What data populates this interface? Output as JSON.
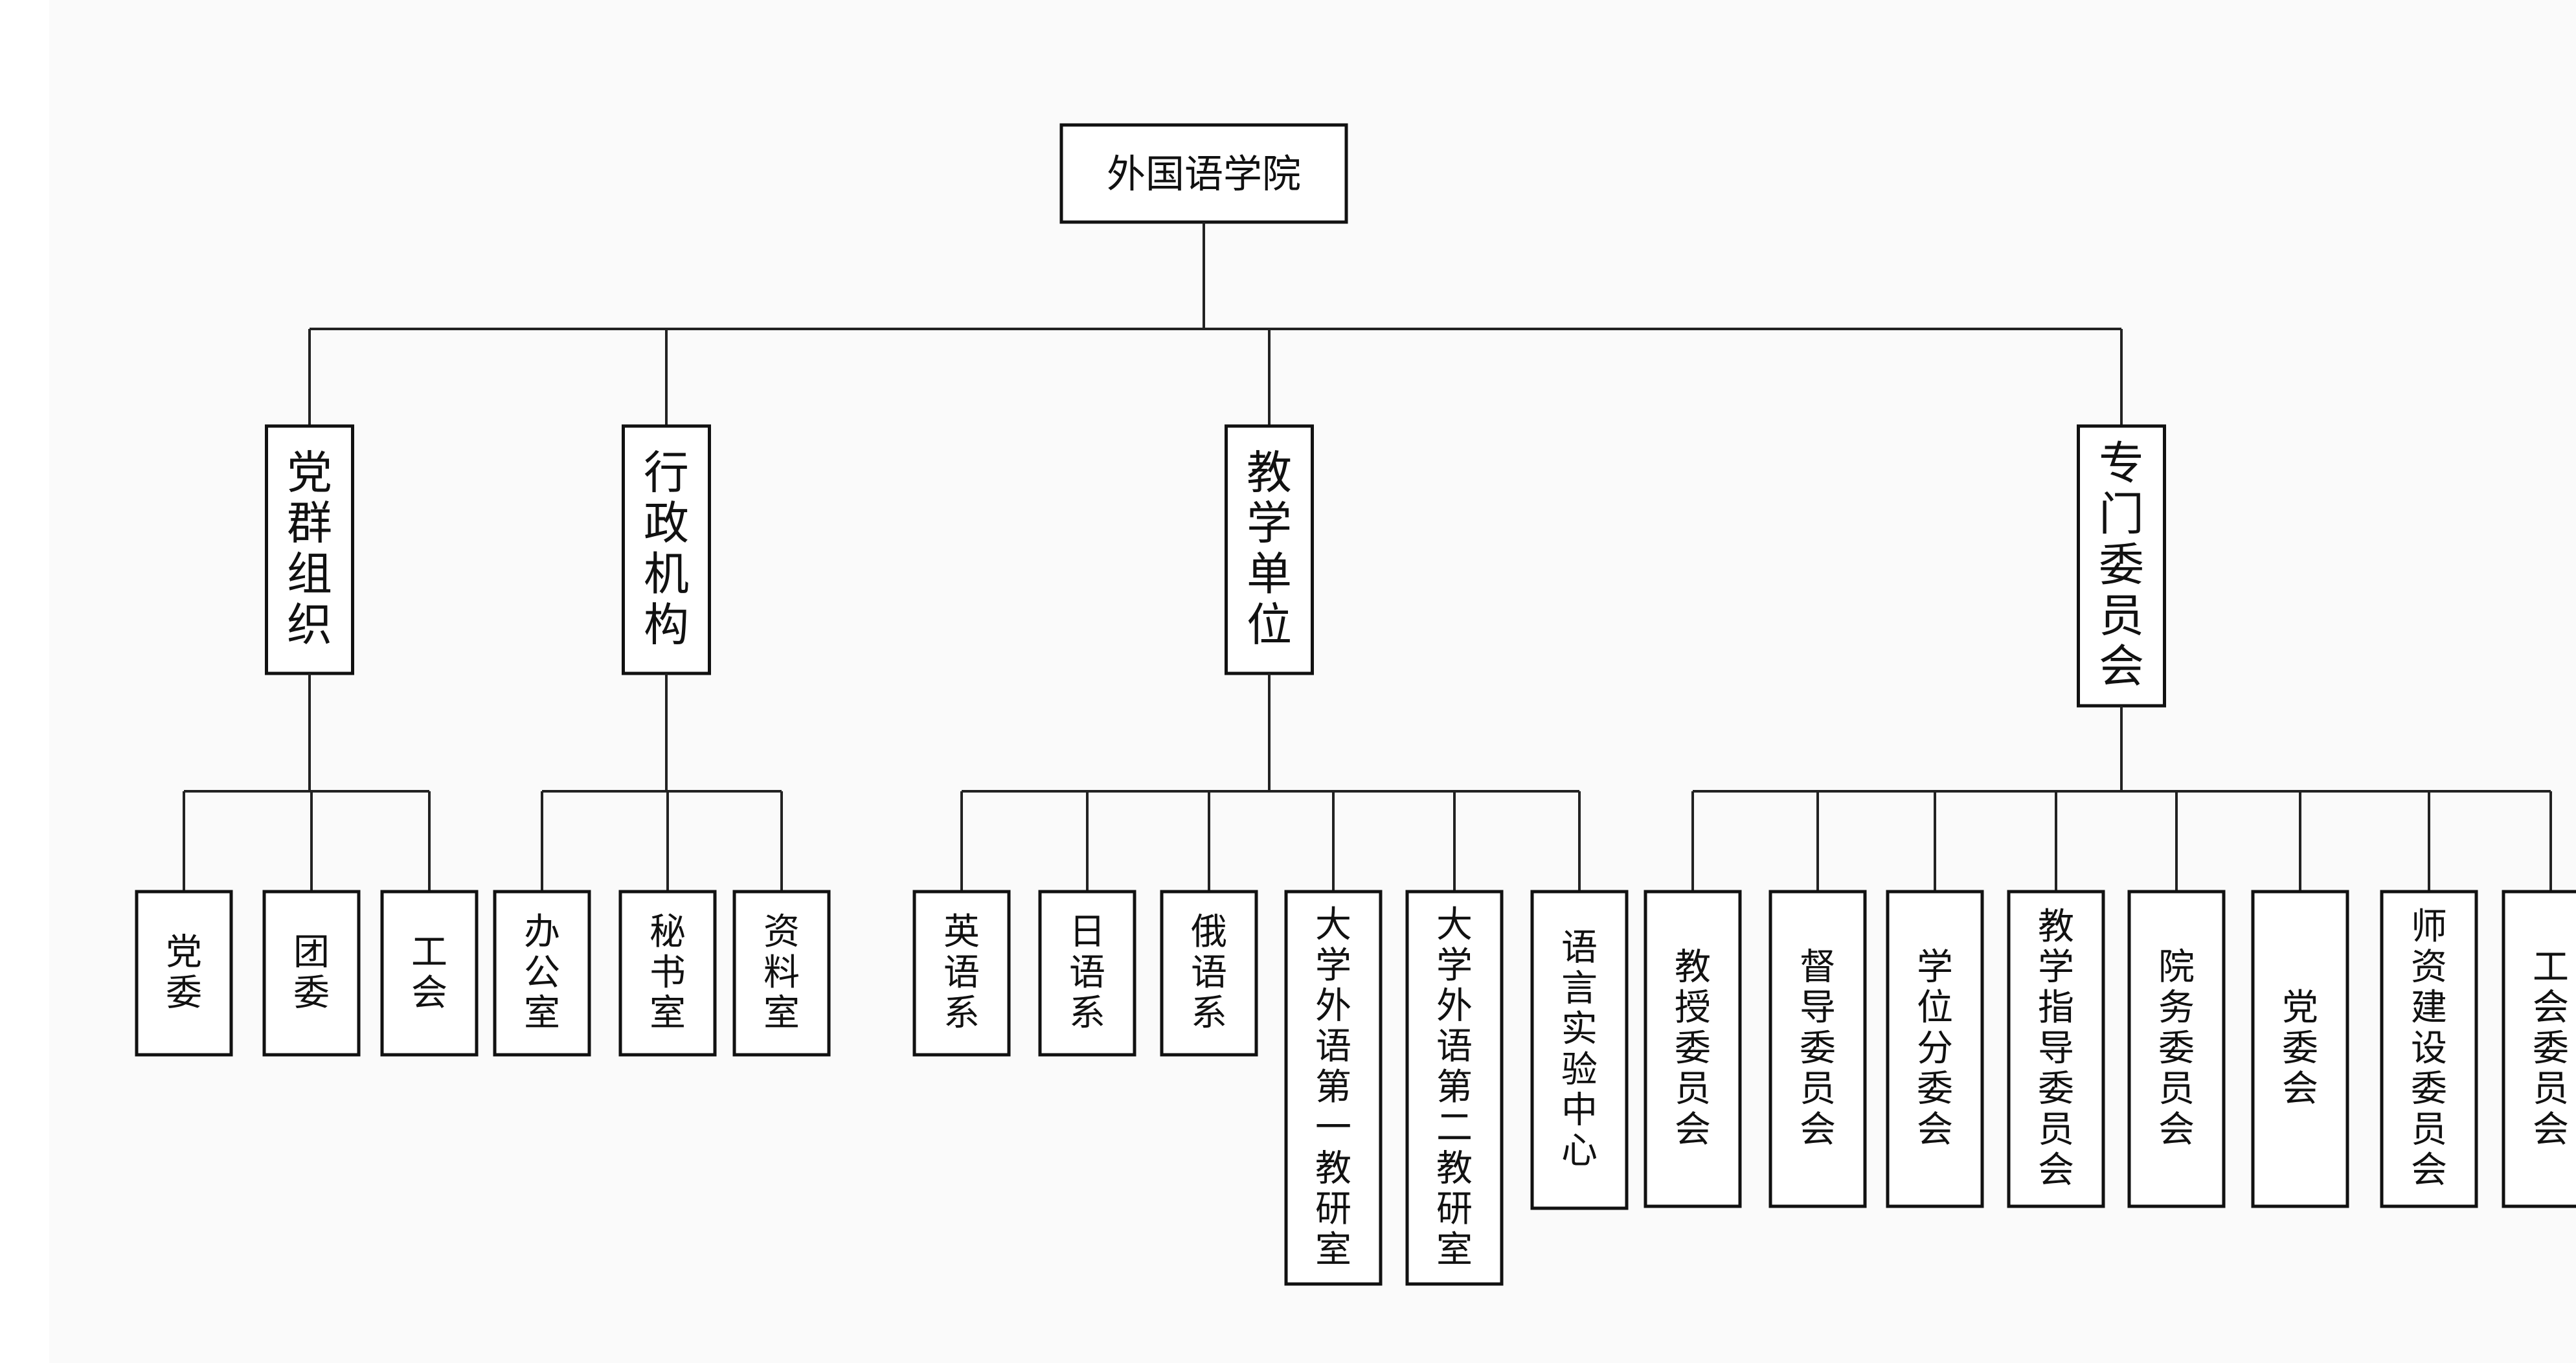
{
  "root": "外国语学院",
  "groups": [
    {
      "label": "党群组织",
      "children": [
        "党委",
        "团委",
        "工会"
      ]
    },
    {
      "label": "行政机构",
      "children": [
        "办公室",
        "秘书室",
        "资料室"
      ]
    },
    {
      "label": "教学单位",
      "children": [
        "英语系",
        "日语系",
        "俄语系",
        "大学外语第一教研室",
        "大学外语第二教研室",
        "语言实验中心"
      ]
    },
    {
      "label": "专门委员会",
      "children": [
        "教授委员会",
        "督导委员会",
        "学位分委会",
        "教学指导委员会",
        "院务委员会",
        "党委会",
        "师资建设委员会",
        "工会委员会"
      ]
    }
  ]
}
